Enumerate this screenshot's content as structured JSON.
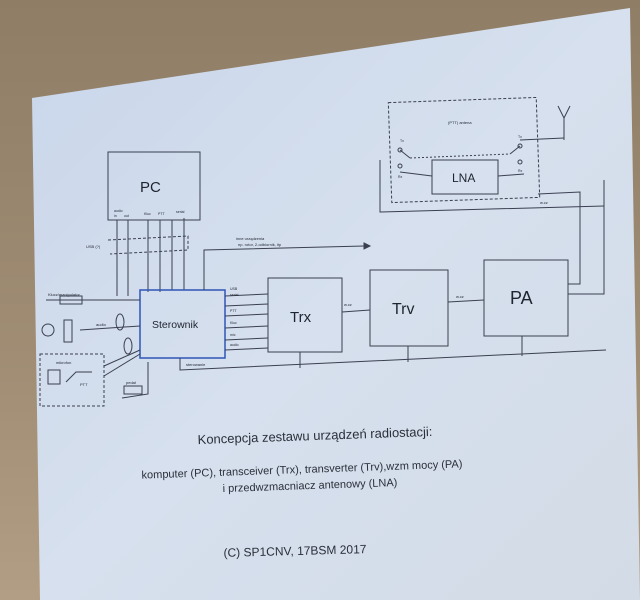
{
  "diagram": {
    "blocks": {
      "pc": "PC",
      "sterownik": "Sterownik",
      "trx": "Trx",
      "trv": "Trv",
      "pa": "PA",
      "lna": "LNA"
    },
    "pc_ports": [
      "audio",
      "in",
      "out",
      "Kluc",
      "PTT",
      "serial"
    ],
    "left_labels": {
      "usb": "USB (?)",
      "key": "Klucz/manipulator",
      "audio": "audio",
      "mikrofon": "mikrofon",
      "ptt": "PTT",
      "pedal": "pedał"
    },
    "ctrl_out_labels": [
      "USB",
      "serial",
      "PTT",
      "Kluc",
      "mic",
      "audio"
    ],
    "top_notes": [
      "inne urządzenia",
      "np. rotor, 2-odbiornik, itp"
    ],
    "rf_labels": [
      "w.cz",
      "w.cz",
      "w.cz"
    ],
    "antenna_box_label": "(PTT) antena",
    "antenna_ports": [
      "Tx",
      "Rx",
      "Tx",
      "Rx"
    ],
    "sterowanie": "sterowanie"
  },
  "caption": {
    "title": "Koncepcja zestawu urządzeń radiostacji:",
    "line1": "komputer (PC), transceiver (Trx), transverter  (Trv),wzm  mocy (PA)",
    "line2": "i przedwzmacniacz  antenowy  (LNA)",
    "copyright": "(C) SP1CNV, 17BSM  2017"
  }
}
